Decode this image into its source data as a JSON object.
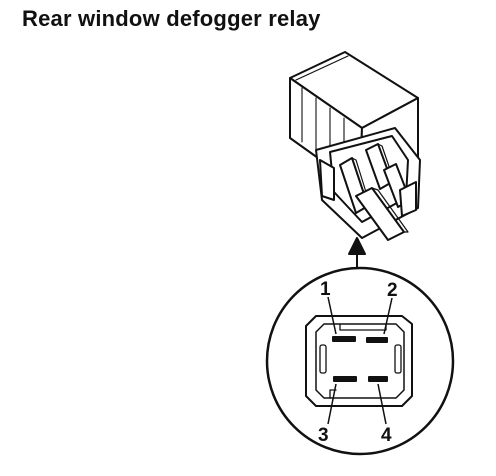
{
  "title": "Rear window defogger relay",
  "pins": [
    {
      "label": "1"
    },
    {
      "label": "2"
    },
    {
      "label": "3"
    },
    {
      "label": "4"
    }
  ]
}
